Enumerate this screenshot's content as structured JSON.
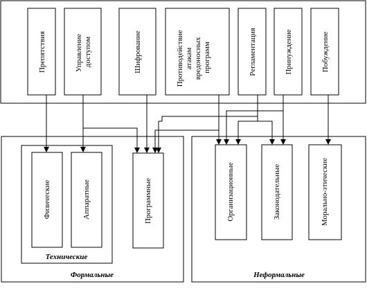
{
  "methods": [
    {
      "id": "prepyatstviya",
      "label": "Препятствия"
    },
    {
      "id": "upravlenie",
      "label": "Управление доступом"
    },
    {
      "id": "shifrovanie",
      "label": "Шифрование"
    },
    {
      "id": "protivodeystvie",
      "label": "Противодействие атакам вредоносных программ"
    },
    {
      "id": "reglamentatsiya",
      "label": "Регламентация"
    },
    {
      "id": "prinuzhdenie",
      "label": "Принуждение"
    },
    {
      "id": "pobuzhdenie",
      "label": "Побуждение"
    }
  ],
  "means": [
    {
      "id": "fizicheskie",
      "label": "Физические"
    },
    {
      "id": "apparatnye",
      "label": "Аппаратные"
    },
    {
      "id": "programmnye",
      "label": "Программные"
    },
    {
      "id": "organizatsionnye",
      "label": "Организационные"
    },
    {
      "id": "zakonodatelnye",
      "label": "Законодательные"
    },
    {
      "id": "moralno",
      "label": "Морально-этические"
    }
  ],
  "groups": {
    "technical": "Технические",
    "formal": "Формальные",
    "informal": "Неформальные"
  },
  "colors": {
    "line": "#000000",
    "background": "#ffffff"
  }
}
